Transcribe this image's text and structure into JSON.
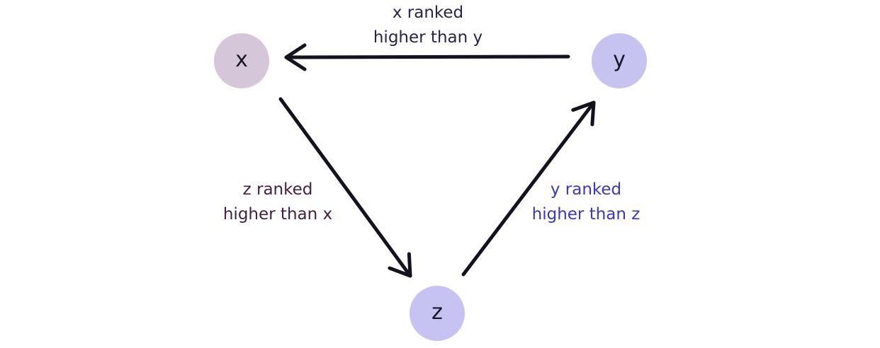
{
  "diagram": {
    "background_color": "#ffffff",
    "arrow_color": "#15121f",
    "node_text_color": "#1b1826",
    "nodes": {
      "x": {
        "label": "x",
        "fill": "#d5c7d9"
      },
      "y": {
        "label": "y",
        "fill": "#c7c3f0"
      },
      "z": {
        "label": "z",
        "fill": "#c6c2f1"
      }
    },
    "edges": {
      "y_to_x": {
        "from": "y",
        "to": "x",
        "label_line1": "x ranked",
        "label_line2": "higher than y",
        "label_color": "#29234a"
      },
      "x_to_z": {
        "from": "x",
        "to": "z",
        "label_line1": "z ranked",
        "label_line2": "higher than x",
        "label_color": "#45203f"
      },
      "z_to_y": {
        "from": "z",
        "to": "y",
        "label_line1": "y ranked",
        "label_line2": "higher than z",
        "label_color": "#3a36bf"
      }
    }
  }
}
